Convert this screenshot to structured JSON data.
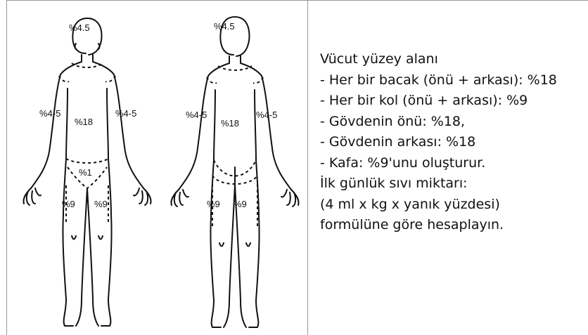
{
  "figures": {
    "front": {
      "head": "%4.5",
      "left_arm": "%4-5",
      "right_arm": "%4-5",
      "torso": "%18",
      "groin": "%1",
      "left_leg": "%9",
      "right_leg": "%9"
    },
    "back": {
      "head": "%4.5",
      "left_arm": "%4-5",
      "right_arm": "%4-5",
      "torso": "%18",
      "left_leg": "%9",
      "right_leg": "%9"
    }
  },
  "panel": {
    "title": "Vücut yüzey alanı",
    "items": [
      "- Her bir bacak (önü + arkası): %18",
      "- Her bir kol (önü + arkası): %9",
      "- Gövdenin önü: %18,",
      "- Gövdenin arkası: %18",
      "- Kafa: %9'unu oluşturur."
    ],
    "fluid_title": "İlk günlük sıvı miktarı:",
    "formula_line1": "(4 ml x kg x yanık yüzdesi)",
    "formula_line2": "formülüne göre hesaplayın."
  }
}
